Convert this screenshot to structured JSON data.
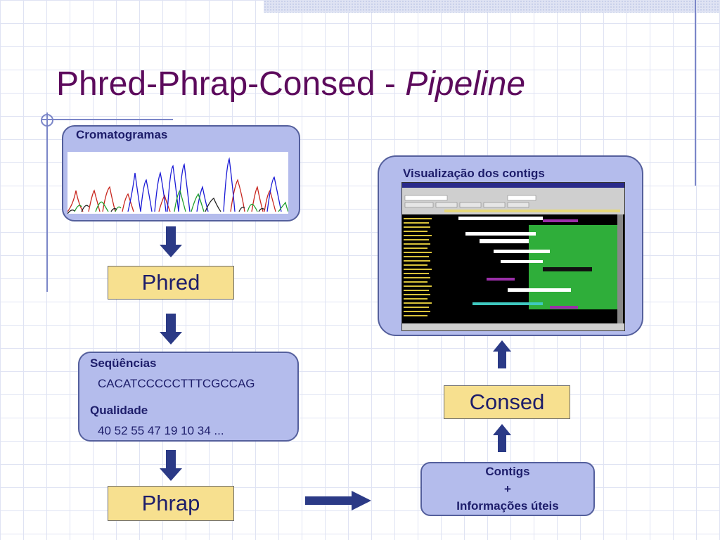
{
  "title": {
    "main": "Phred-Phrap-Consed - ",
    "italic": "Pipeline"
  },
  "chromatograms": {
    "label": "Cromatogramas"
  },
  "steps": {
    "phred": "Phred",
    "phrap": "Phrap",
    "consed": "Consed"
  },
  "sequences": {
    "seq_label": "Seqüências",
    "seq_value": "CACATCCCCCTTTCGCCAG",
    "qual_label": "Qualidade",
    "qual_value": "40 52 55 47 19 10 34 ..."
  },
  "contigs": {
    "line1": "Contigs",
    "line2": "+",
    "line3": "Informações úteis"
  },
  "visualization": {
    "label": "Visualização dos contigs"
  },
  "colors": {
    "title": "#5c0a5c",
    "box": "#b4bcec",
    "tan": "#f7e08f",
    "arrow": "#2b3a86"
  }
}
